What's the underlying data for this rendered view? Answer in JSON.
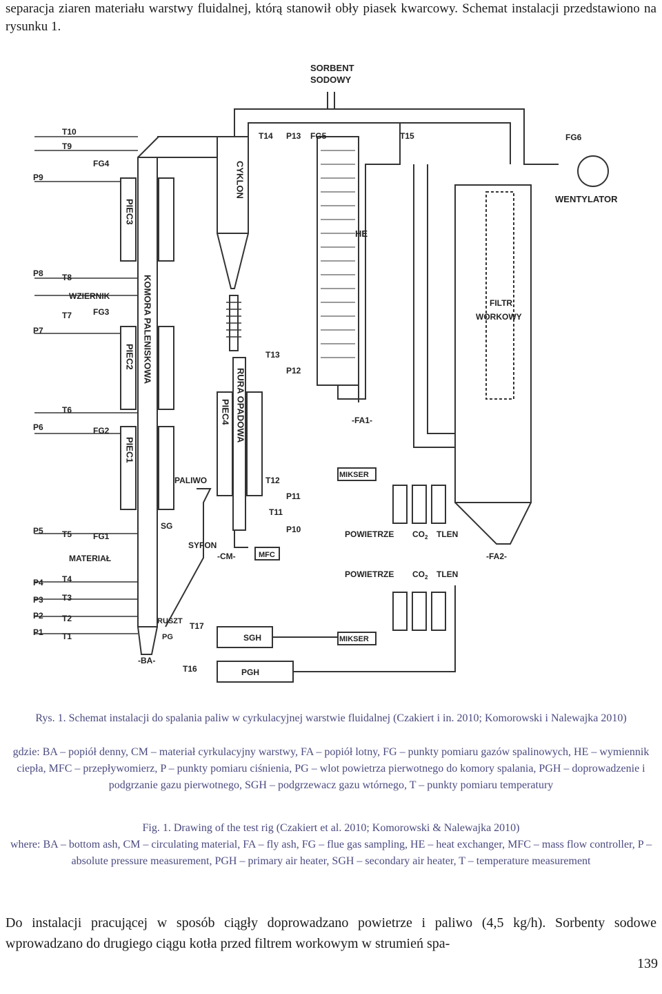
{
  "intro": {
    "text": "separacja ziaren materiału warstwy fluidalnej, którą stanowił obły piasek kwarcowy. Schemat instalacji przedstawiono na rysunku 1."
  },
  "diagram": {
    "top_labels": [
      "SORBENT",
      "SODOWY"
    ],
    "left_points": [
      "T10",
      "T9",
      "FG4",
      "P9",
      "P8",
      "T8",
      "WZIERNIK",
      "T7",
      "FG3",
      "P7",
      "T6",
      "P6",
      "FG2",
      "P5",
      "T5",
      "FG1",
      "MATERIAŁ",
      "P4",
      "T4",
      "P3",
      "T3",
      "P2",
      "T2",
      "P1",
      "T1"
    ],
    "upper_points": [
      "T14",
      "P13",
      "FG5",
      "T15",
      "FG6"
    ],
    "riser_points": [
      "T13",
      "P12",
      "T12",
      "P11",
      "T11",
      "P10",
      "T17",
      "T16"
    ],
    "vertical_labels": {
      "piec3": "PIEC3",
      "piec2": "PIEC2",
      "piec1": "PIEC1",
      "piec4": "PIEC4",
      "komora": "KOMORA PALENISKOWA",
      "cyklon": "CYKLON",
      "rura": "RURA OPADOWA",
      "mfc": "MFC"
    },
    "component_labels": {
      "he": "HE",
      "filtr1": "FILTR",
      "filtr2": "WORKOWY",
      "wentylator": "WENTYLATOR",
      "mikser": "MIKSER",
      "paliwo": "PALIWO",
      "sg": "SG",
      "syfon": "SYFON",
      "mfc_box": "MFC",
      "ruszt": "RUSZT",
      "pg": "PG",
      "sgh": "SGH",
      "pgh": "PGH",
      "ba": "-BA-",
      "cm": "-CM-",
      "fa1": "-FA1-",
      "fa2": "-FA2-",
      "powietrze": "POWIETRZE",
      "co2": "CO",
      "co2_sub": "2",
      "tlen": "TLEN"
    }
  },
  "caption_pl": {
    "title": "Rys. 1. Schemat instalacji do spalania paliw w cyrkulacyjnej warstwie fluidalnej (Czakiert i in. 2010; Komorowski i Nalewajka 2010)",
    "legend": "gdzie: BA – popiół denny, CM – materiał cyrkulacyjny warstwy, FA – popiół lotny, FG – punkty pomiaru gazów spalinowych, HE – wymiennik ciepła, MFC – przepływomierz, P – punkty pomiaru ciśnienia, PG – wlot powietrza pierwotnego do komory spalania, PGH – doprowadzenie i podgrzanie gazu pierwotnego, SGH – podgrzewacz gazu wtórnego, T – punkty pomiaru temperatury"
  },
  "caption_en": {
    "title": "Fig. 1. Drawing of the test rig (Czakiert et al. 2010; Komorowski & Nalewajka 2010)",
    "legend": "where: BA – bottom ash, CM – circulating material, FA – fly ash, FG – flue gas sampling, HE – heat exchanger, MFC – mass flow controller, P – absolute pressure measurement, PGH – primary air heater, SGH – secondary air heater, T – temperature measurement"
  },
  "body": {
    "text": "Do instalacji pracującej w sposób ciągły doprowadzano powietrze i paliwo (4,5 kg/h). Sorbenty sodowe wprowadzano do drugiego ciągu kotła przed filtrem workowym w strumień spa-"
  },
  "page_number": "139"
}
